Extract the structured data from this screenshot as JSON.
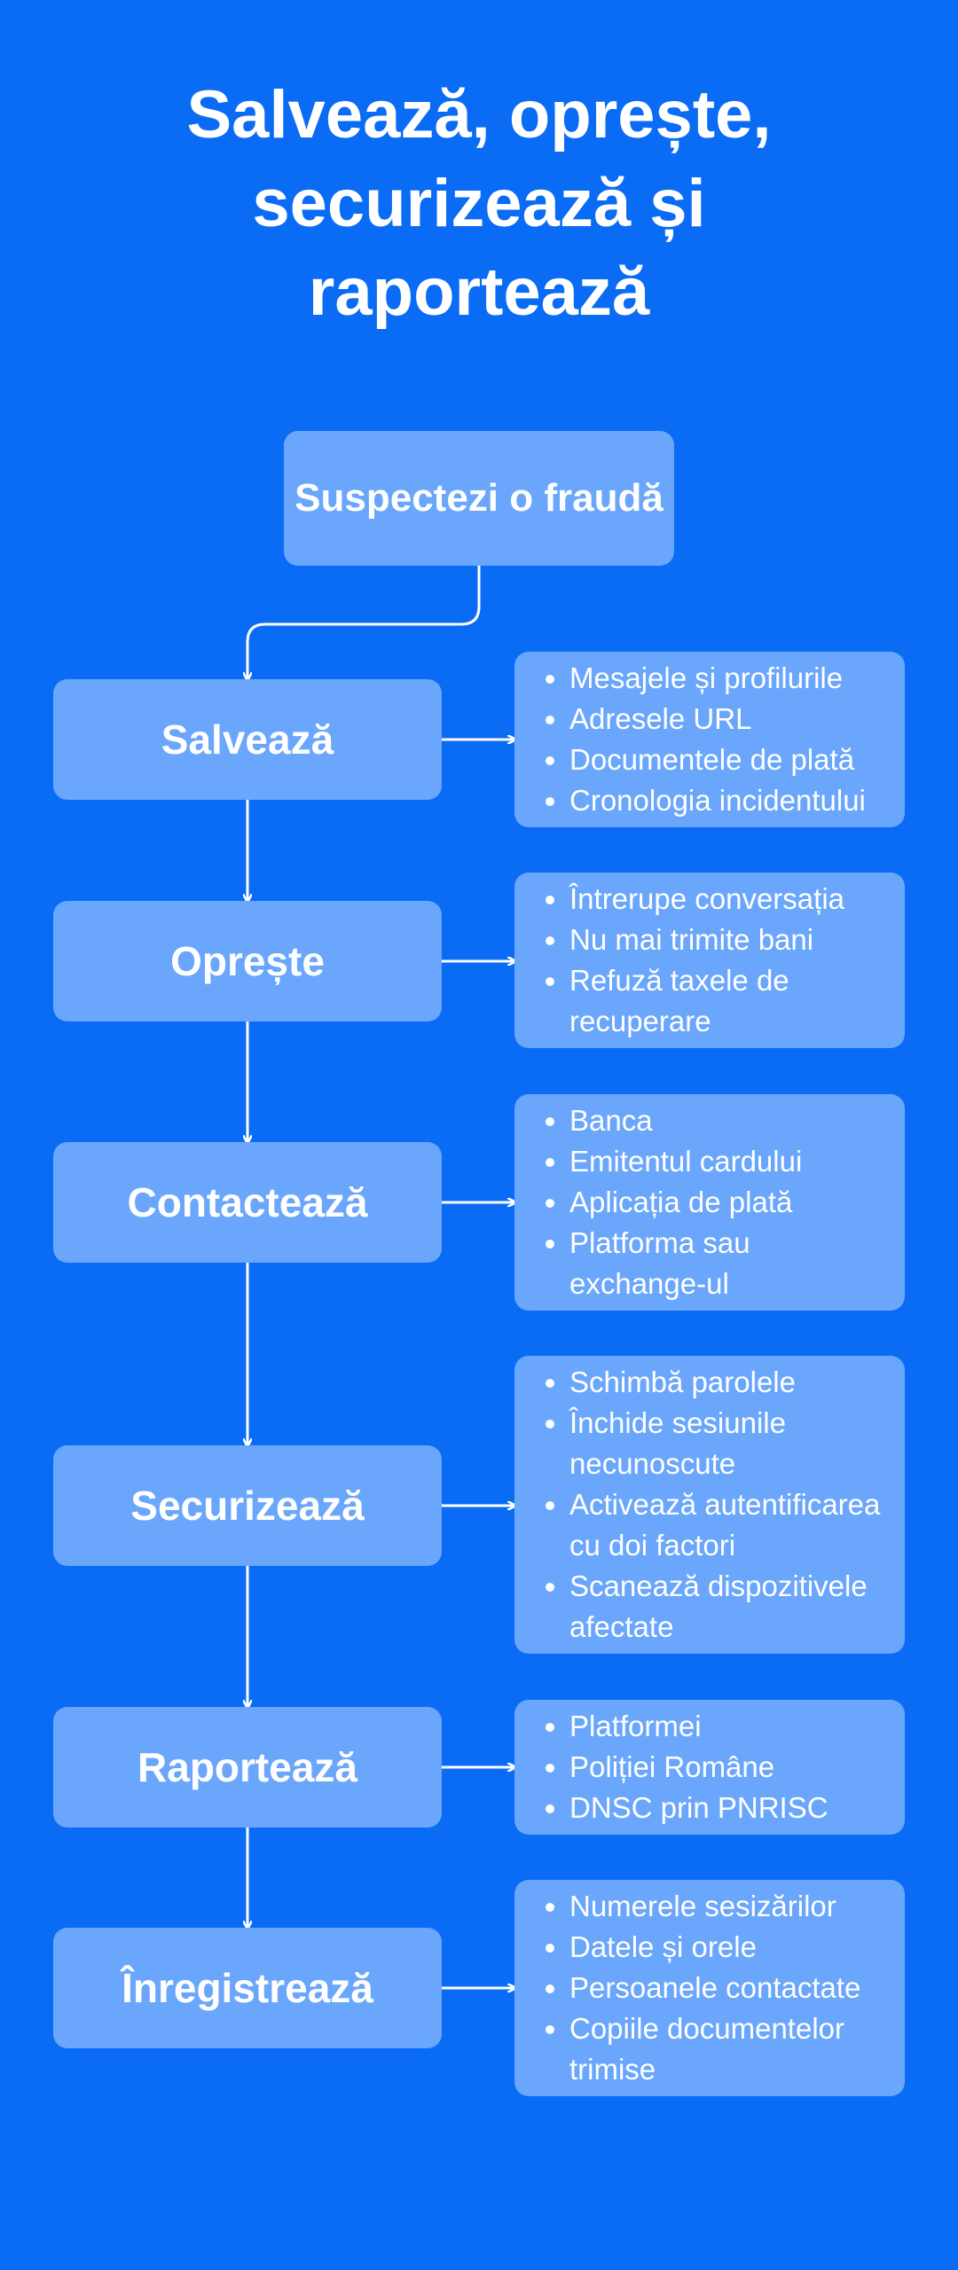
{
  "title": "Salvează, oprește, securizează și raportează",
  "start": {
    "label": "Suspectezi o fraudă"
  },
  "steps": [
    {
      "label": "Salvează",
      "items": [
        "Mesajele și profilurile",
        "Adresele URL",
        "Documentele de plată",
        "Cronologia incidentului"
      ]
    },
    {
      "label": "Oprește",
      "items": [
        "Întrerupe conversația",
        "Nu mai trimite bani",
        "Refuză taxele de recuperare"
      ]
    },
    {
      "label": "Contactează",
      "items": [
        "Banca",
        "Emitentul cardului",
        "Aplicația de plată",
        "Platforma sau exchange-ul"
      ]
    },
    {
      "label": "Securizează",
      "items": [
        "Schimbă parolele",
        "Închide sesiunile necunoscute",
        "Activează autentificarea cu doi factori",
        "Scanează dispozitivele afectate"
      ]
    },
    {
      "label": "Raportează",
      "items": [
        "Platformei",
        "Poliției Române",
        "DNSC prin PNRISC"
      ]
    },
    {
      "label": "Înregistrează",
      "items": [
        "Numerele sesizărilor",
        "Datele și orele",
        "Persoanele contactate",
        "Copiile documentelor trimise"
      ]
    }
  ],
  "colors": {
    "background": "#0a6bf5",
    "box": "#6aa6fb",
    "text": "#ffffff"
  }
}
